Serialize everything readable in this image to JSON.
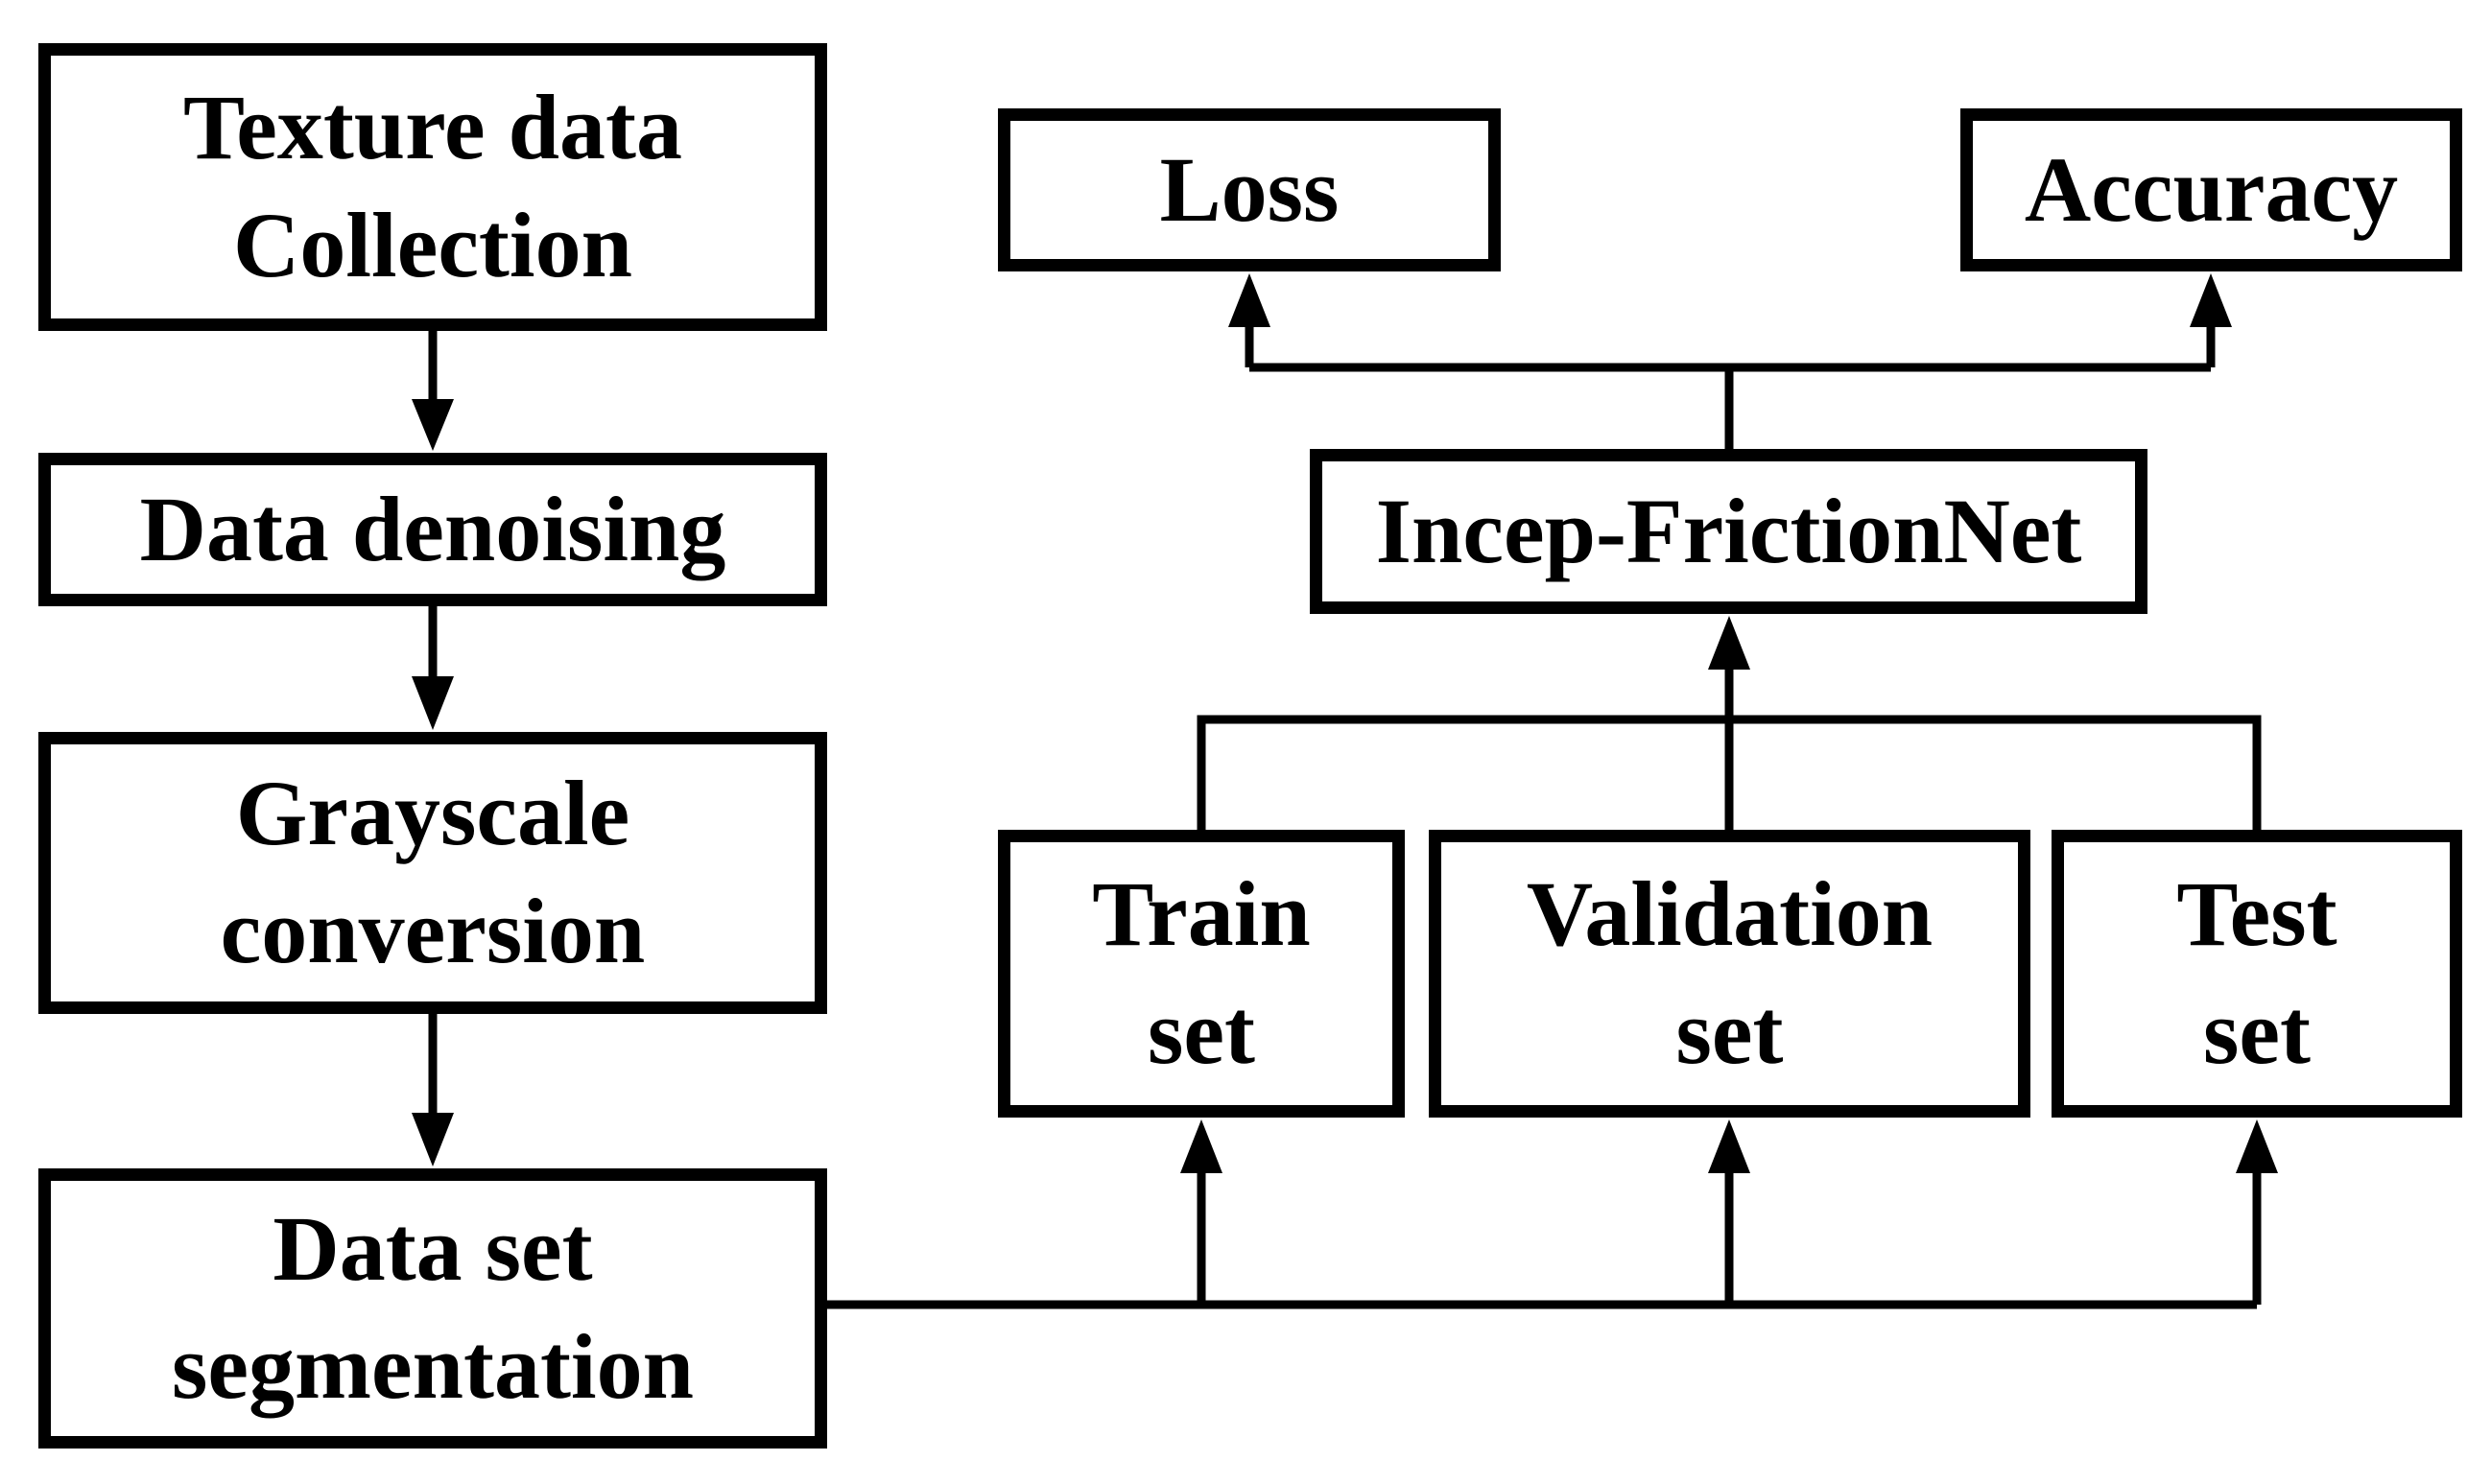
{
  "diagram": {
    "type": "flowchart",
    "colors": {
      "foreground": "#000000",
      "background": "#ffffff"
    },
    "nodes": {
      "texture_collection": {
        "label": "Texture data\nCollection"
      },
      "data_denoising": {
        "label": "Data denoising"
      },
      "grayscale_conversion": {
        "label": "Grayscale\nconversion"
      },
      "dataset_segmentation": {
        "label": "Data set\nsegmentation"
      },
      "loss": {
        "label": "Loss"
      },
      "accuracy": {
        "label": "Accuracy"
      },
      "incep_frictionnet": {
        "label": "Incep-FrictionNet"
      },
      "train_set": {
        "label": "Train\nset"
      },
      "validation_set": {
        "label": "Validation\nset"
      },
      "test_set": {
        "label": "Test\nset"
      }
    },
    "edges": [
      {
        "from": "Texture data Collection",
        "to": "Data denoising"
      },
      {
        "from": "Data denoising",
        "to": "Grayscale conversion"
      },
      {
        "from": "Grayscale conversion",
        "to": "Data set segmentation"
      },
      {
        "from": "Data set segmentation",
        "to": "Train set"
      },
      {
        "from": "Data set segmentation",
        "to": "Validation set"
      },
      {
        "from": "Data set segmentation",
        "to": "Test set"
      },
      {
        "from": "Train set",
        "to": "Incep-FrictionNet"
      },
      {
        "from": "Validation set",
        "to": "Incep-FrictionNet"
      },
      {
        "from": "Test set",
        "to": "Incep-FrictionNet"
      },
      {
        "from": "Incep-FrictionNet",
        "to": "Loss"
      },
      {
        "from": "Incep-FrictionNet",
        "to": "Accuracy"
      }
    ]
  }
}
